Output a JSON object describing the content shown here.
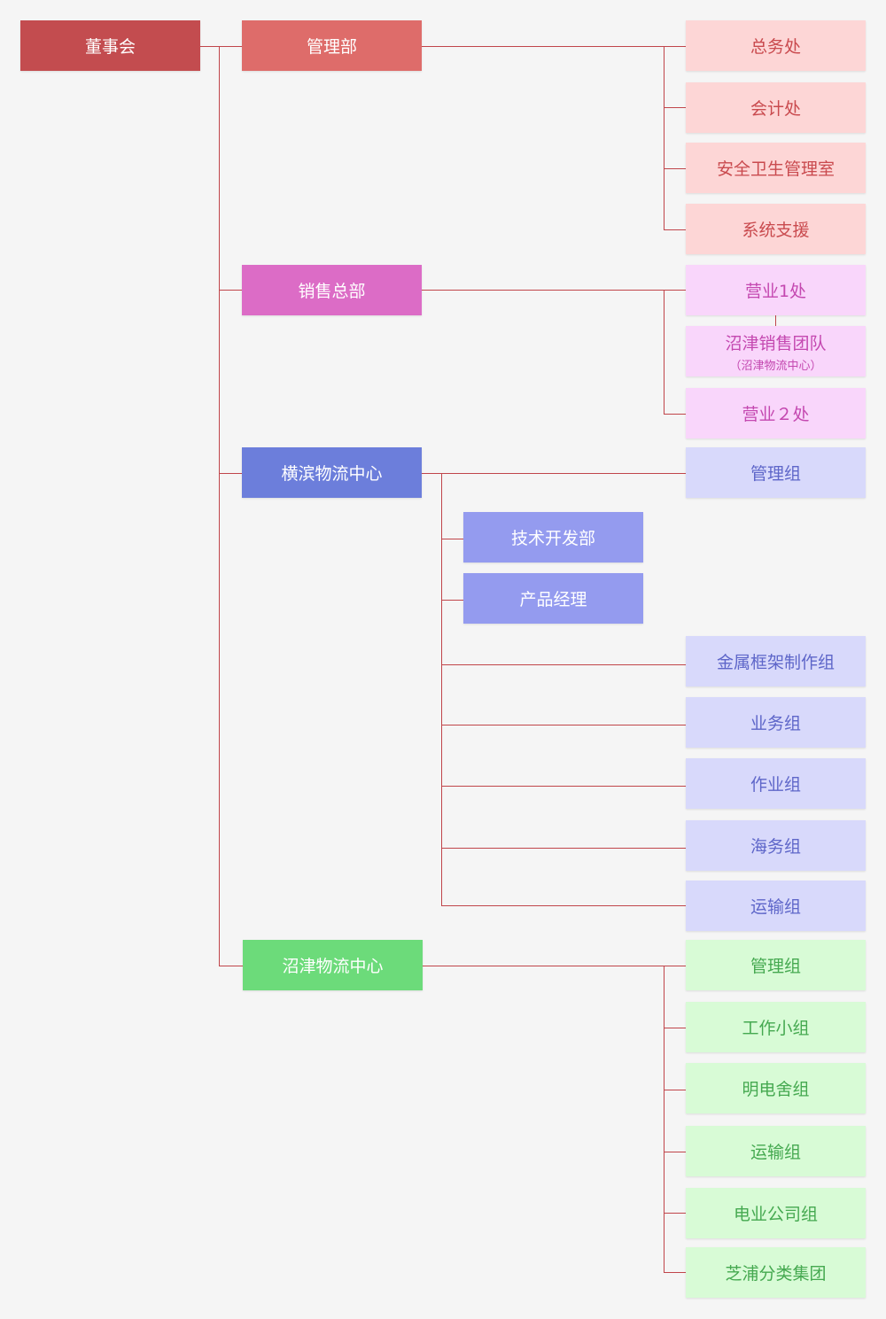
{
  "org": {
    "board": "董事会",
    "admin": {
      "label": "管理部",
      "children": [
        "总务处",
        "会计处",
        "安全卫生管理室",
        "系统支援"
      ]
    },
    "sales": {
      "label": "销售总部",
      "children": [
        "营业1处",
        "沼津销售团队",
        "营业２处"
      ],
      "numazu_team_note": "（沼津物流中心）"
    },
    "yokohama": {
      "label": "横滨物流中心",
      "management_group": "管理组",
      "mid_units": [
        "技术开发部",
        "产品经理"
      ],
      "groups": [
        "金属框架制作组",
        "业务组",
        "作业组",
        "海务组",
        "运输组"
      ]
    },
    "numazu": {
      "label": "沼津物流中心",
      "children": [
        "管理组",
        "工作小组",
        "明电舍组",
        "运输组",
        "电业公司组",
        "芝浦分类集团"
      ]
    }
  },
  "colors": {
    "line": "#c0454a",
    "background": "#f5f5f5",
    "board": "#c34c4f",
    "admin": "#de6c6a",
    "sales": "#dc6cc6",
    "yokohama": "#6c7edb",
    "yokohama_mid": "#949bef",
    "numazu": "#6cdb7a",
    "admin_leaf": "#fdd6d6",
    "sales_leaf": "#f9d6fb",
    "yokohama_leaf": "#d8d9fb",
    "numazu_leaf": "#d8fbd6"
  }
}
